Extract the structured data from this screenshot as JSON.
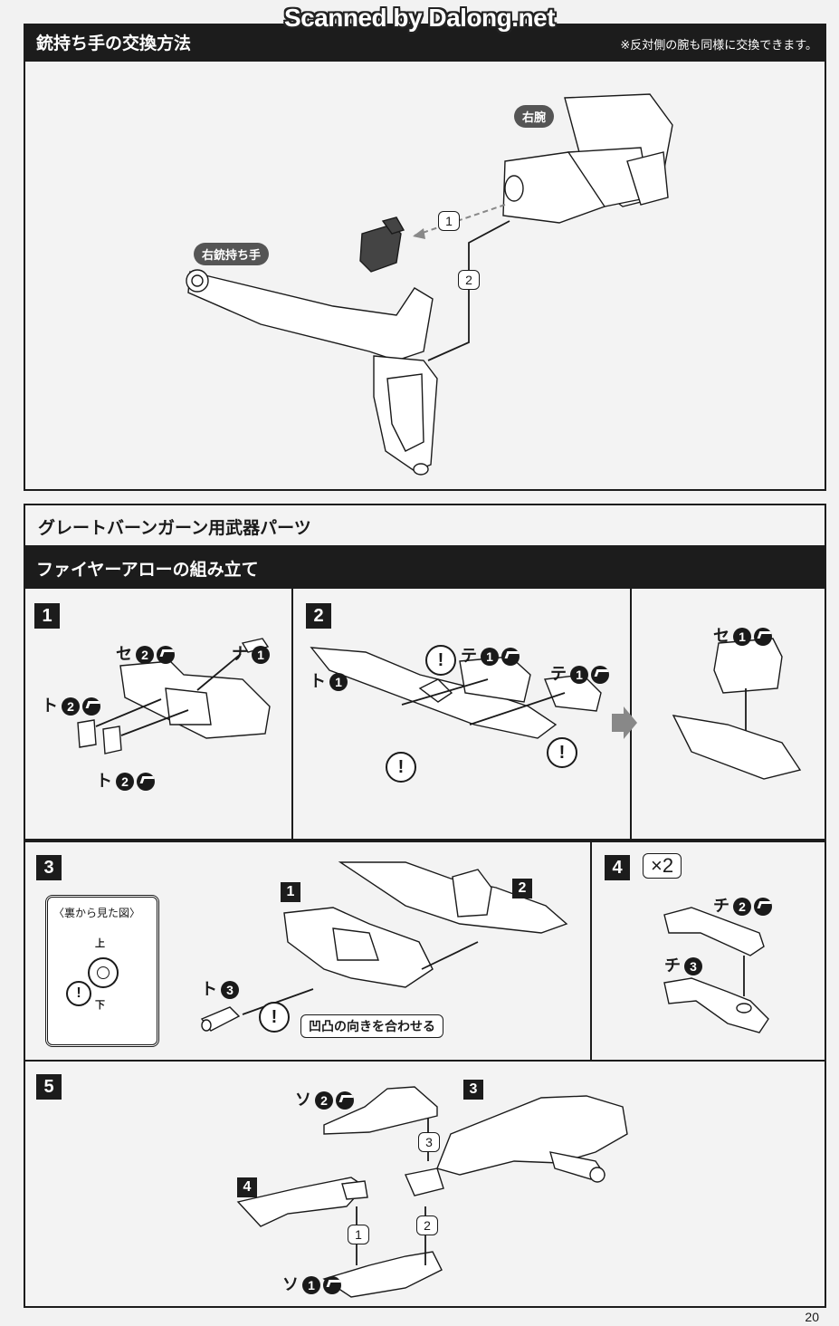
{
  "watermark": "Scanned by Dalong.net",
  "section_hand_swap": {
    "title": "銃持ち手の交換方法",
    "note": "※反対側の腕も同様に交換できます。",
    "labels": {
      "right_arm": "右腕",
      "right_gun_hand": "右銃持ち手"
    },
    "sequence": [
      "1",
      "2"
    ]
  },
  "weapon_parts_header": "グレートバーンガーン用武器パーツ",
  "assembly_header": "ファイヤーアローの組み立て",
  "steps": {
    "step1": {
      "number": "1",
      "parts": [
        {
          "kana": "セ",
          "num": "2",
          "cut": true
        },
        {
          "kana": "ナ",
          "num": "1",
          "cut": false
        },
        {
          "kana": "ト",
          "num": "2",
          "cut": true
        },
        {
          "kana": "ト",
          "num": "2",
          "cut": true
        }
      ]
    },
    "step2": {
      "number": "2",
      "parts": [
        {
          "kana": "ト",
          "num": "1",
          "cut": false
        },
        {
          "kana": "テ",
          "num": "1",
          "cut": true
        },
        {
          "kana": "テ",
          "num": "1",
          "cut": true
        },
        {
          "kana": "セ",
          "num": "1",
          "cut": true
        }
      ],
      "warning": "!"
    },
    "step3": {
      "number": "3",
      "inset_title": "〈裏から見た図〉",
      "inset_top": "上",
      "inset_bottom": "下",
      "parts": [
        {
          "kana": "ト",
          "num": "3",
          "cut": false
        }
      ],
      "ref_steps": [
        "1",
        "2"
      ],
      "callout": "凹凸の向きを合わせる",
      "warning": "!"
    },
    "step4": {
      "number": "4",
      "multiplier": "×2",
      "parts": [
        {
          "kana": "チ",
          "num": "2",
          "cut": true
        },
        {
          "kana": "チ",
          "num": "3",
          "cut": false
        }
      ]
    },
    "step5": {
      "number": "5",
      "parts": [
        {
          "kana": "ソ",
          "num": "2",
          "cut": true
        },
        {
          "kana": "ソ",
          "num": "1",
          "cut": true
        }
      ],
      "ref_steps": [
        "4",
        "3"
      ],
      "sequence": [
        "1",
        "2",
        "3"
      ]
    }
  },
  "page_number": "20"
}
